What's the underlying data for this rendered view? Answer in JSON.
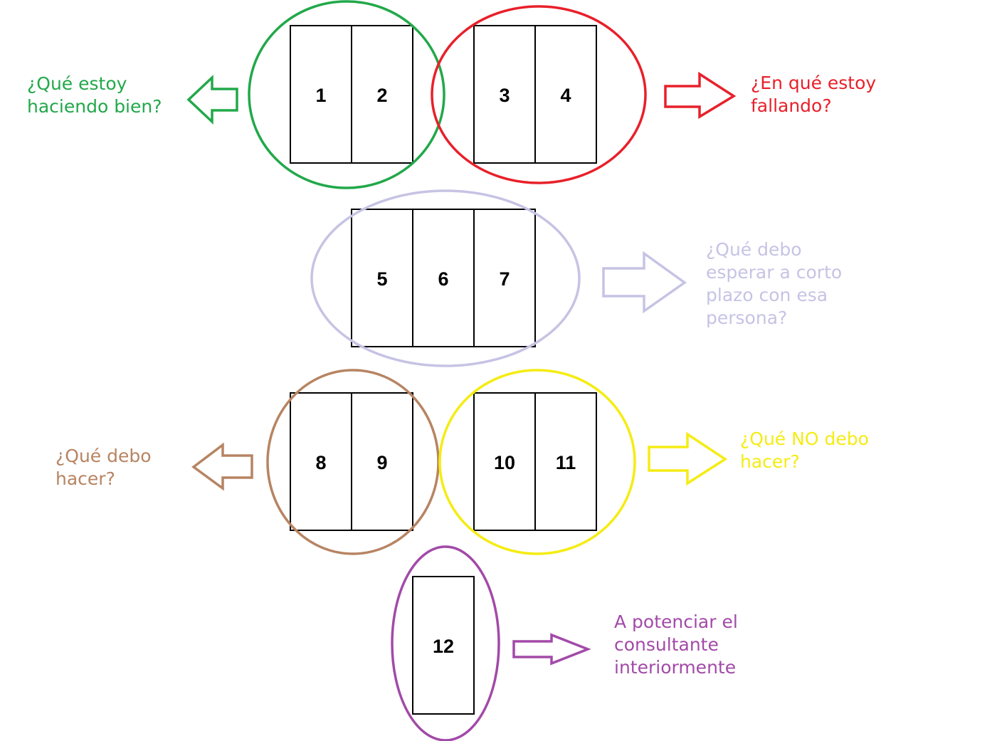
{
  "cards": [
    {
      "id": 1,
      "label": "1"
    },
    {
      "id": 2,
      "label": "2"
    },
    {
      "id": 3,
      "label": "3"
    },
    {
      "id": 4,
      "label": "4"
    },
    {
      "id": 5,
      "label": "5"
    },
    {
      "id": 6,
      "label": "6"
    },
    {
      "id": 7,
      "label": "7"
    },
    {
      "id": 8,
      "label": "8"
    },
    {
      "id": 9,
      "label": "9"
    },
    {
      "id": 10,
      "label": "10"
    },
    {
      "id": 11,
      "label": "11"
    },
    {
      "id": 12,
      "label": "12"
    }
  ],
  "groups": [
    {
      "key": "green",
      "color": "#22a84a",
      "cards": [
        "1",
        "2"
      ],
      "lines": [
        "¿Qué estoy",
        "haciendo bien?"
      ]
    },
    {
      "key": "red",
      "color": "#e8202a",
      "cards": [
        "3",
        "4"
      ],
      "lines": [
        "¿En qué estoy",
        "fallando?"
      ]
    },
    {
      "key": "lavender",
      "color": "#c6c3e4",
      "cards": [
        "5",
        "6",
        "7"
      ],
      "lines": [
        "¿Qué debo",
        "esperar a corto",
        "plazo con esa",
        "persona?"
      ]
    },
    {
      "key": "brown",
      "color": "#b78462",
      "cards": [
        "8",
        "9"
      ],
      "lines": [
        "¿Qué debo",
        "hacer?"
      ]
    },
    {
      "key": "yellow",
      "color": "#f5ec13",
      "cards": [
        "10",
        "11"
      ],
      "lines": [
        "¿Qué NO debo",
        "hacer?"
      ]
    },
    {
      "key": "purple",
      "color": "#a24aa8",
      "cards": [
        "12"
      ],
      "lines": [
        "A potenciar el",
        "consultante",
        "interiormente"
      ]
    }
  ]
}
